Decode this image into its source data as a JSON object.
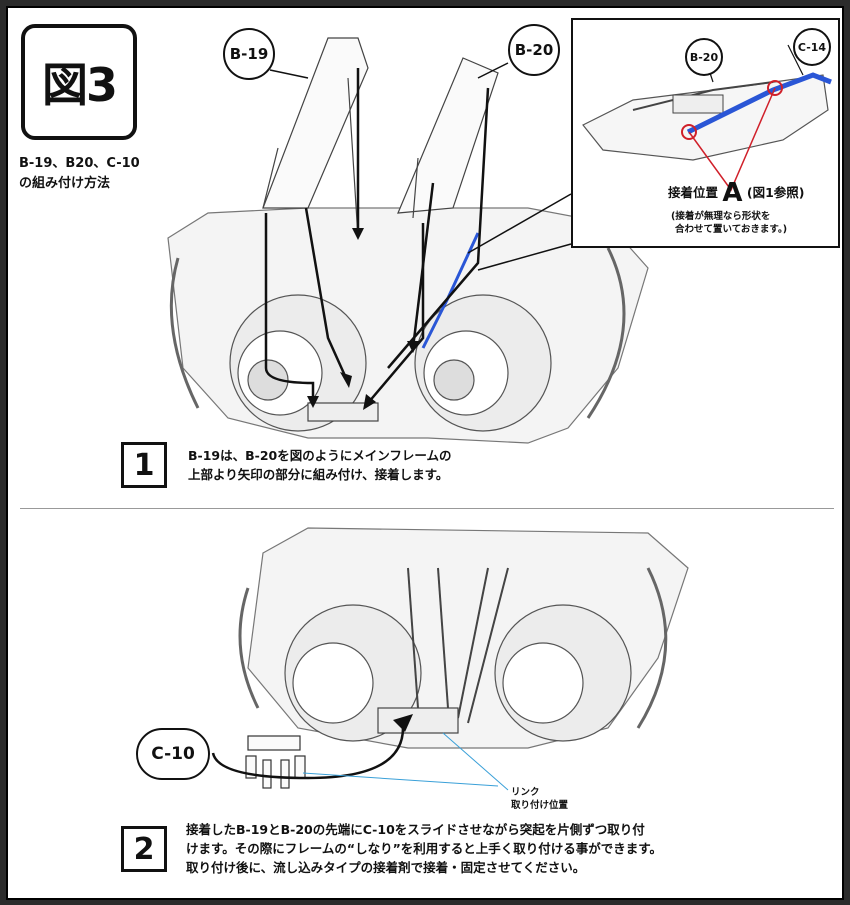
{
  "figure": {
    "label": "図3",
    "subtitle_line1": "B-19、B20、C-10",
    "subtitle_line2": "の組み付け方法"
  },
  "callouts": {
    "b19": "B-19",
    "b20": "B-20",
    "c10": "C-10"
  },
  "inset": {
    "label_b20": "B-20",
    "label_c14": "C-14",
    "position_label": "接着位置",
    "position_letter": "A",
    "position_ref": "(図1参照)",
    "note_line1": "(接着が無理なら形状を",
    "note_line2": "合わせて置いておきます。)",
    "highlight_color": "#d0202a",
    "part_color": "#2a56d6"
  },
  "steps": [
    {
      "number": "1",
      "line1": "B-19は、B-20を図のようにメインフレームの",
      "line2": "上部より矢印の部分に組み付け、接着します。"
    },
    {
      "number": "2",
      "line1": "接着したB-19とB-20の先端にC-10をスライドさせながら突起を片側ずつ取り付",
      "line2": "けます。その際にフレームの“しなり”を利用すると上手く取り付ける事ができます。",
      "line3": "取り付け後に、流し込みタイプの接着剤で接着・固定させてください。"
    }
  ],
  "link_label_line1": "リンク",
  "link_label_line2": "取り付け位置"
}
